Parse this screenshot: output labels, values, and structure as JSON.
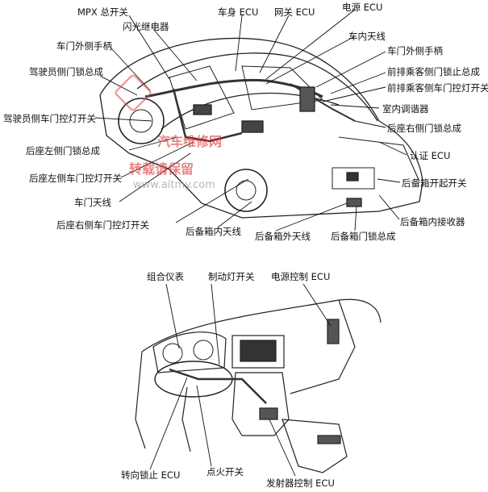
{
  "watermark": {
    "brand": "汽车维修网",
    "sub": "转载请保留",
    "url": "www.aitmy.com"
  },
  "car_labels": {
    "mpx_switch": "MPX 总开关",
    "body_ecu": "车身 ECU",
    "gateway_ecu": "网关 ECU",
    "power_ecu": "电源 ECU",
    "flasher_relay": "闪光继电器",
    "door_handle_left": "车门外侧手柄",
    "driver_door_lock": "驾驶员侧门锁总成",
    "driver_courtesy_switch": "驾驶员侧车门控灯开关",
    "rear_left_lock": "后座左侧门锁总成",
    "rear_left_courtesy_switch": "后座左侧车门控灯开关",
    "door_antenna": "车门天线",
    "rear_right_courtesy_switch": "后座右侧车门控灯开关",
    "trunk_inner_antenna": "后备箱内天线",
    "trunk_outer_antenna": "后备箱外天线",
    "trunk_lock": "后备箱门锁总成",
    "trunk_receiver": "后备箱内接收器",
    "trunk_opener_switch": "后备箱开起开关",
    "cert_ecu": "认证 ECU",
    "rear_right_lock": "后座右侧门锁总成",
    "room_tuner": "室内调谐器",
    "front_pass_courtesy_switch": "前排乘客侧车门控灯开关",
    "front_pass_lock": "前排乘客侧门锁止总成",
    "door_handle_right": "车门外侧手柄",
    "indoor_antenna": "车内天线"
  },
  "dash_labels": {
    "combination_meter": "组合仪表",
    "brake_switch": "制动灯开关",
    "power_control_ecu": "电源控制 ECU",
    "steering_lock_ecu": "转向锁止 ECU",
    "ignition_switch": "点火开关",
    "transponder_ecu": "发射器控制 ECU"
  }
}
